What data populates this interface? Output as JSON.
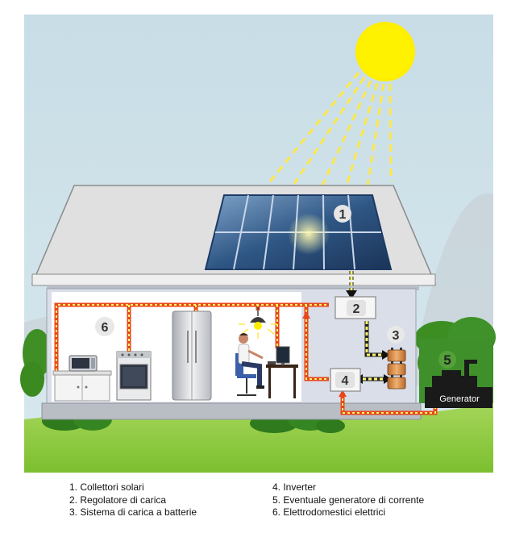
{
  "diagram": {
    "labels": {
      "panels": "1",
      "regulator": "2",
      "batteries": "3",
      "inverter": "4",
      "generator": "5",
      "appliances": "6"
    },
    "generator_label": "Generator",
    "colors": {
      "sky": "#cfe3ea",
      "sun": "#ffee00",
      "sun_rays": "#ffe84a",
      "roof": "#d8d8d8",
      "walls": "#d9dee8",
      "grass": "#8cc63f",
      "solar_panel": "#2d4f7d",
      "wiring_red": "#e8471b",
      "wiring_yellow": "#fff56a",
      "generator_body": "#1a1a1a"
    },
    "icons": [
      "sun-icon",
      "solar-panel-icon",
      "battery-icon",
      "generator-icon",
      "microwave-icon",
      "stove-icon",
      "fridge-icon",
      "lamp-icon",
      "person-at-desk-icon",
      "computer-icon"
    ]
  },
  "legend": {
    "left": [
      "1. Collettori solari",
      "2. Regolatore di carica",
      "3. Sistema di carica a batterie"
    ],
    "right": [
      "4. Inverter",
      "5. Eventuale generatore di corrente",
      "6. Elettrodomestici elettrici"
    ]
  }
}
